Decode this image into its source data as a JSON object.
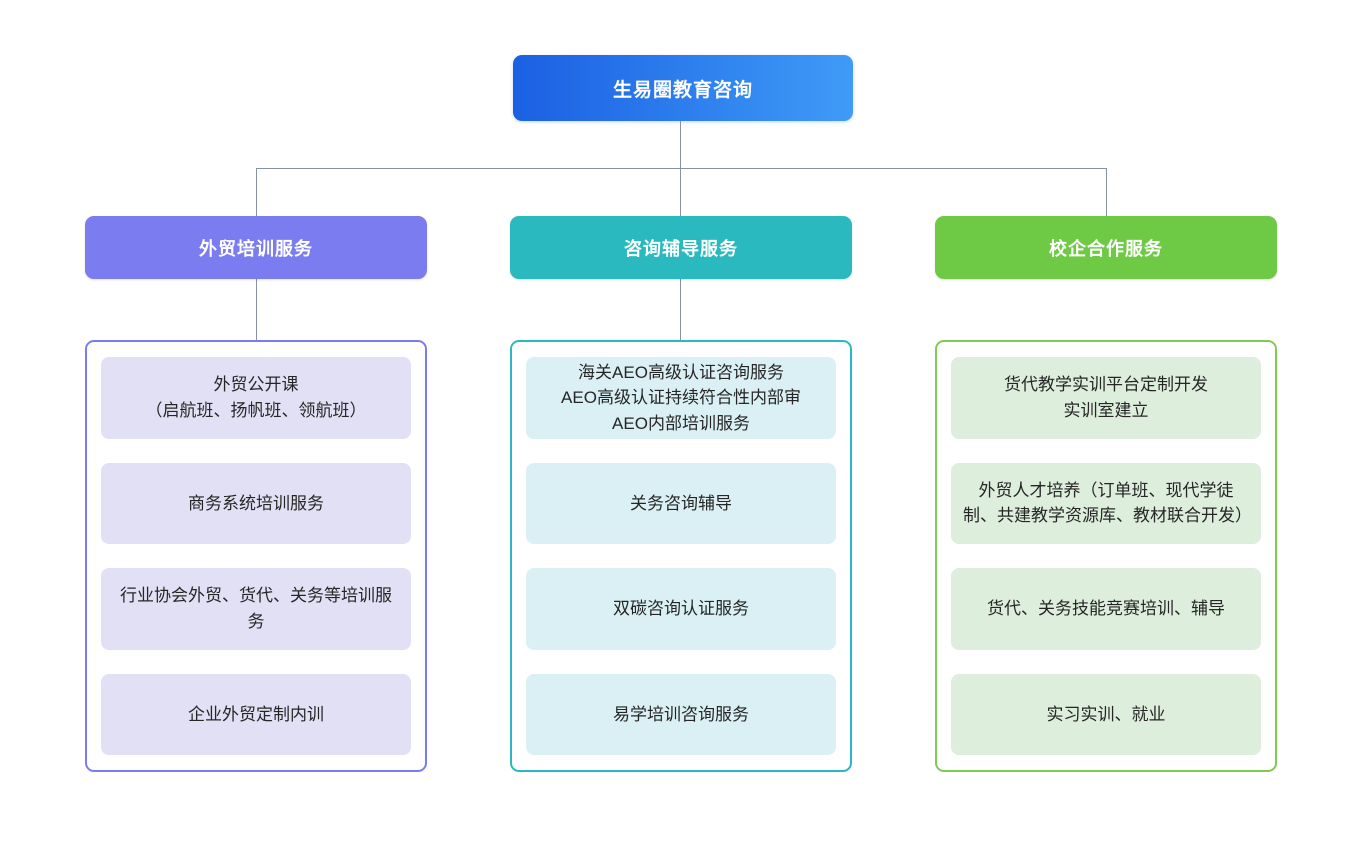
{
  "chart": {
    "type": "org-chart",
    "root": {
      "label": "生易圈教育咨询"
    },
    "branches": [
      {
        "label": "外贸培训服务",
        "items": [
          "外贸公开课\n（启航班、扬帆班、领航班）",
          "商务系统培训服务",
          "行业协会外贸、货代、关务等培训服务",
          "企业外贸定制内训"
        ],
        "colors": {
          "header": "#7b7cf0",
          "border": "#7b7cf0",
          "item_bg": "#e2e0f5"
        }
      },
      {
        "label": "咨询辅导服务",
        "items": [
          "海关AEO高级认证咨询服务\nAEO高级认证持续符合性内部审\nAEO内部培训服务",
          "关务咨询辅导",
          "双碳咨询认证服务",
          "易学培训咨询服务"
        ],
        "colors": {
          "header": "#29b9be",
          "border": "#2ab9be",
          "item_bg": "#daf0f4"
        }
      },
      {
        "label": "校企合作服务",
        "items": [
          "货代教学实训平台定制开发\n实训室建立",
          "外贸人才培养（订单班、现代学徒制、共建教学资源库、教材联合开发）",
          "货代、关务技能竞赛培训、辅导",
          "实习实训、就业"
        ],
        "colors": {
          "header": "#6ec945",
          "border": "#7fcb53",
          "item_bg": "#ddeedd"
        }
      }
    ],
    "colors": {
      "root_gradient_from": "#1b60e3",
      "root_gradient_to": "#3f9bf7",
      "connector": "#8792a3",
      "header_text": "#ffffff",
      "item_text": "#262626",
      "background": "#ffffff"
    }
  }
}
